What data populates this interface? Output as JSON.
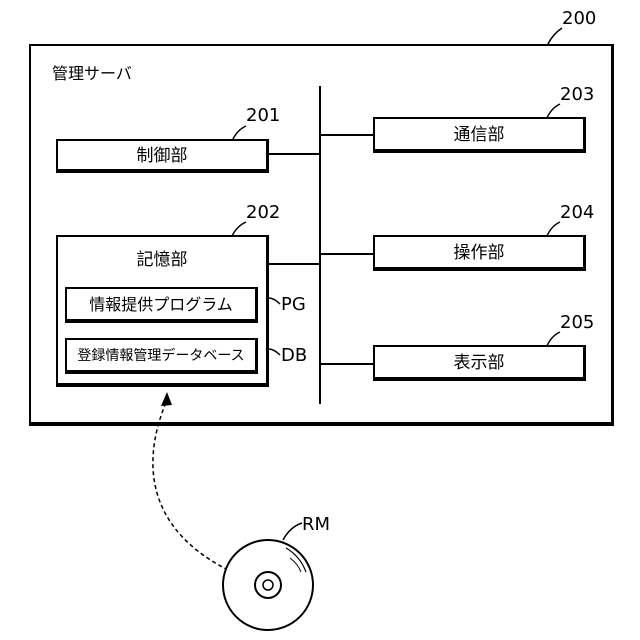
{
  "server": {
    "ref": "200",
    "title": "管理サーバ"
  },
  "blocks": {
    "control": {
      "ref": "201",
      "label": "制御部"
    },
    "storage": {
      "ref": "202",
      "label": "記憶部"
    },
    "comm": {
      "ref": "203",
      "label": "通信部"
    },
    "operation": {
      "ref": "204",
      "label": "操作部"
    },
    "display": {
      "ref": "205",
      "label": "表示部"
    }
  },
  "storage_items": {
    "program": {
      "label": "情報提供プログラム",
      "ref": "PG"
    },
    "database": {
      "label": "登録情報管理データベース",
      "ref": "DB"
    }
  },
  "media": {
    "ref": "RM"
  }
}
